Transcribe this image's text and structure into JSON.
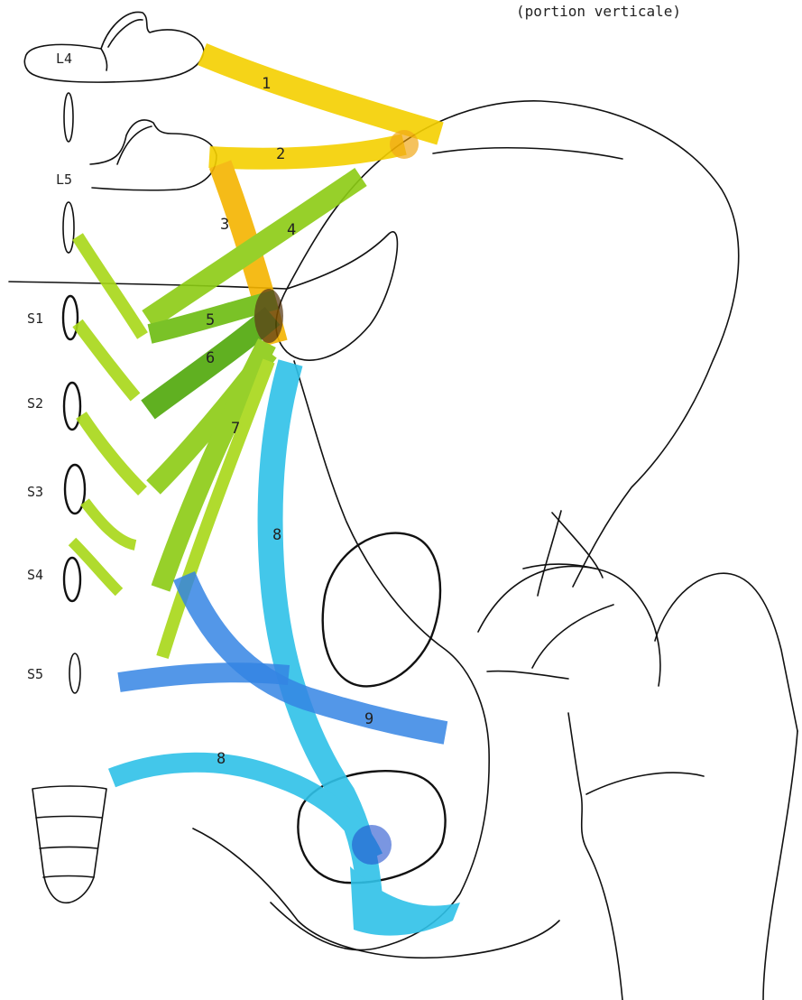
{
  "caption": "(portion verticale)",
  "colors": {
    "iliolumbar": "#f5d000",
    "iliolumbar_dark": "#f0a000",
    "sacroiliac": "#8ccc14",
    "sacroiliac_dark": "#4fa80a",
    "sacrotuberous": "#2fc2e8",
    "sacrospinous": "#1e78e0",
    "bone_line": "#111111"
  },
  "vertebra_labels": {
    "L4": "L4",
    "L5": "L5",
    "S1": "S1",
    "S2": "S2",
    "S3": "S3",
    "S4": "S4",
    "S5": "S5"
  },
  "ligament_numbers": {
    "n1": "1",
    "n2": "2",
    "n3": "3",
    "n4": "4",
    "n5": "5",
    "n6": "6",
    "n7": "7",
    "n8a": "8",
    "n8b": "8",
    "n9": "9"
  }
}
